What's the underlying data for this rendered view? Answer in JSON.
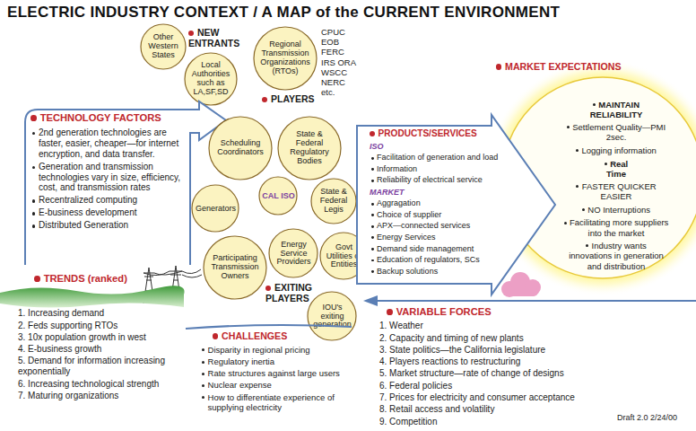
{
  "diagram": {
    "title": "ELECTRIC INDUSTRY CONTEXT / A MAP of the CURRENT ENVIRONMENT",
    "nodes": [
      {
        "text": [
          "Other Western States"
        ]
      },
      {
        "text": [
          "Local Authorities such as LA,SF,SD"
        ]
      },
      {
        "text": [
          "Regional Transmission Organizations (RTOs)"
        ]
      },
      {
        "text": [
          "TECHNOLOGY FACTORS",
          "2nd generation technologies are faster, easier, cheaper—for internet encryption, and data transfer.",
          "Generation and transmission technologies vary in size, efficiency, cost, and transmission rates",
          "Recentralized computing",
          "E-business development",
          "Distributed Generation"
        ]
      },
      {
        "text": [
          "Scheduling Coordinators"
        ]
      },
      {
        "text": [
          "State & Federal Regulatory Bodies"
        ]
      },
      {
        "text": [
          "PRODUCTS/SERVICES",
          "ISO",
          "Facilitation of generation and load",
          "Information",
          "Reliability of electrical service",
          "MARKET",
          "Aggragation",
          "Choice of supplier",
          "APX—connected services",
          "Energy Services",
          "Demand side management",
          "Education of regulators, SCs",
          "Backup solutions"
        ]
      },
      {
        "text": [
          "MARKET EXPECTATIONS",
          "MAINTAIN RELIABILITY",
          "Settlement Quality—PMI 2sec.",
          "Logging information",
          "Real Time",
          "FASTER QUICKER EASIER",
          "NO Interruptions",
          "Facilitating more suppliers into the market",
          "Industry wants innovations in generation and distribution"
        ]
      },
      {
        "text": [
          "Generators"
        ]
      },
      {
        "text": [
          "CAL ISO"
        ]
      },
      {
        "text": [
          "State & Federal Legis"
        ]
      },
      {
        "text": [
          "Participating Transmission Owners"
        ]
      },
      {
        "text": [
          "Energy Service Providers"
        ]
      },
      {
        "text": [
          "Govt Utilities or Entities"
        ]
      },
      {
        "text": [
          "TRENDS (ranked)",
          "1. Increasing demand",
          "2. Feds supporting RTOs",
          "3. 10x population growth in west",
          "4. E-business growth",
          "5. Demand for information increasing exponentially",
          "6. Increasing technological strength",
          "7. Maturing organizations"
        ]
      },
      {
        "text": [
          "IOU's exiting generation"
        ]
      },
      {
        "text": [
          "CHALLENGES",
          "Disparity in regional pricing",
          "Regulatory inertia",
          "Rate structures against large users",
          "Nuclear expense",
          "How to differentiate experience of supplying electricity"
        ]
      },
      {
        "text": [
          "VARIABLE FORCES",
          "1. Weather",
          "2. Capacity and timing of new plants",
          "3. State politics—the California legislature",
          "4. Players reactions to restructuring",
          "5. Market structure—rate of change of designs",
          "6. Federal policies",
          "7. Prices for electricity and consumer acceptance",
          "8. Retail access and volatility",
          "9. Competition"
        ]
      }
    ],
    "labels": [
      "NEW ENTRANTS",
      "PLAYERS",
      "CPUC EOB FERC IRS ORA WSCC NERC etc.",
      "EXITING PLAYERS",
      "Draft 2.0 2/24/00"
    ]
  }
}
